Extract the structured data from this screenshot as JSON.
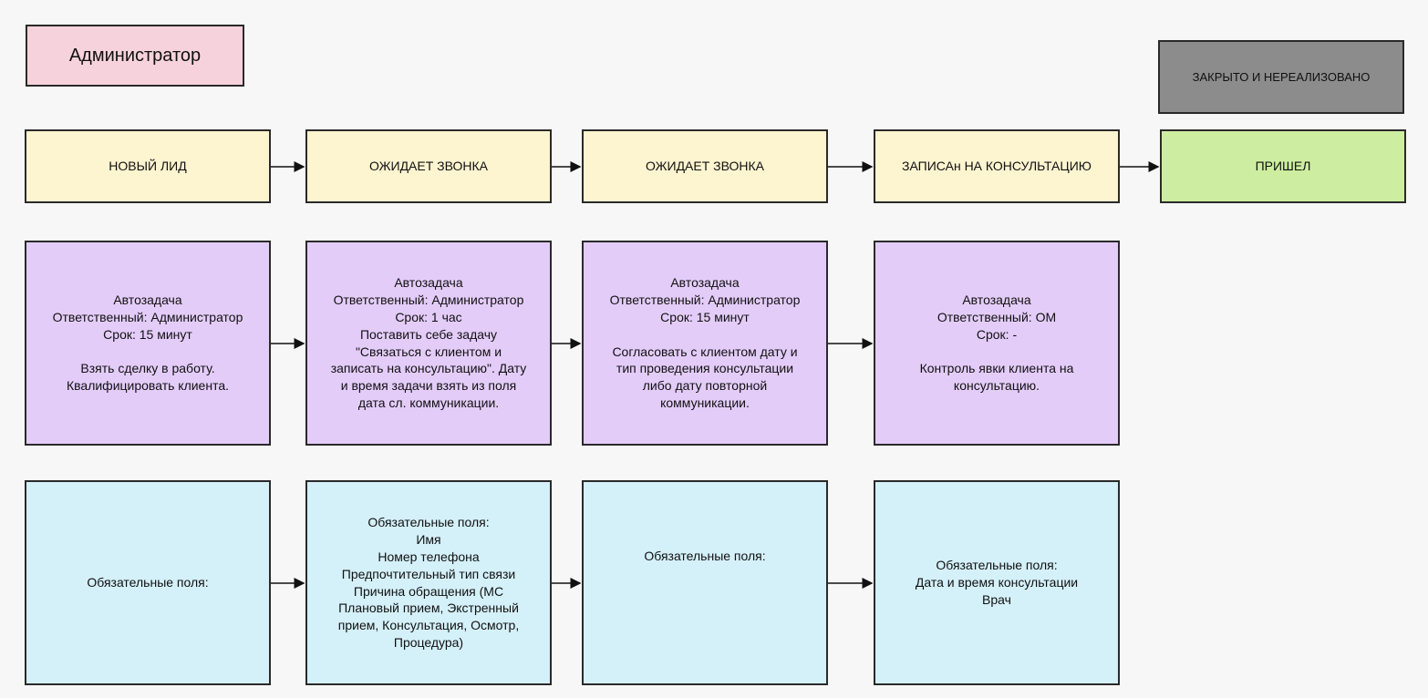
{
  "role": "Администратор",
  "closed_stage": "ЗАКРЫТО И НЕРЕАЛИЗОВАНО",
  "stages": [
    "НОВЫЙ ЛИД",
    "ОЖИДАЕТ ЗВОНКА",
    "ОЖИДАЕТ ЗВОНКА",
    "ЗАПИСАн НА КОНСУЛЬТАЦИЮ",
    "ПРИШЕЛ"
  ],
  "tasks": [
    "Автозадача\nОтветственный: Администратор\nСрок: 15 минут\n\nВзять сделку в работу.\nКвалифицировать клиента.",
    "Автозадача\nОтветственный: Администратор\nСрок: 1 час\nПоставить себе задачу\n\"Связаться с клиентом и\nзаписать на консультацию\". Дату\nи время задачи взять из поля\nдата сл. коммуникации.",
    "Автозадача\nОтветственный: Администратор\nСрок: 15 минут\n\nСогласовать с клиентом дату и\nтип проведения консультации\nлибо дату повторной\nкоммуникации.",
    "Автозадача\nОтветственный: ОМ\nСрок: -\n\nКонтроль явки клиента на\nконсультацию."
  ],
  "fields": [
    "Обязательные поля:",
    "Обязательные поля:\nИмя\nНомер телефона\nПредпочтительный тип связи\nПричина обращения (МС\nПлановый прием, Экстренный\nприем, Консультация, Осмотр,\nПроцедура)",
    "Обязательные поля:",
    "Обязательные поля:\nДата и время консультации\nВрач"
  ]
}
